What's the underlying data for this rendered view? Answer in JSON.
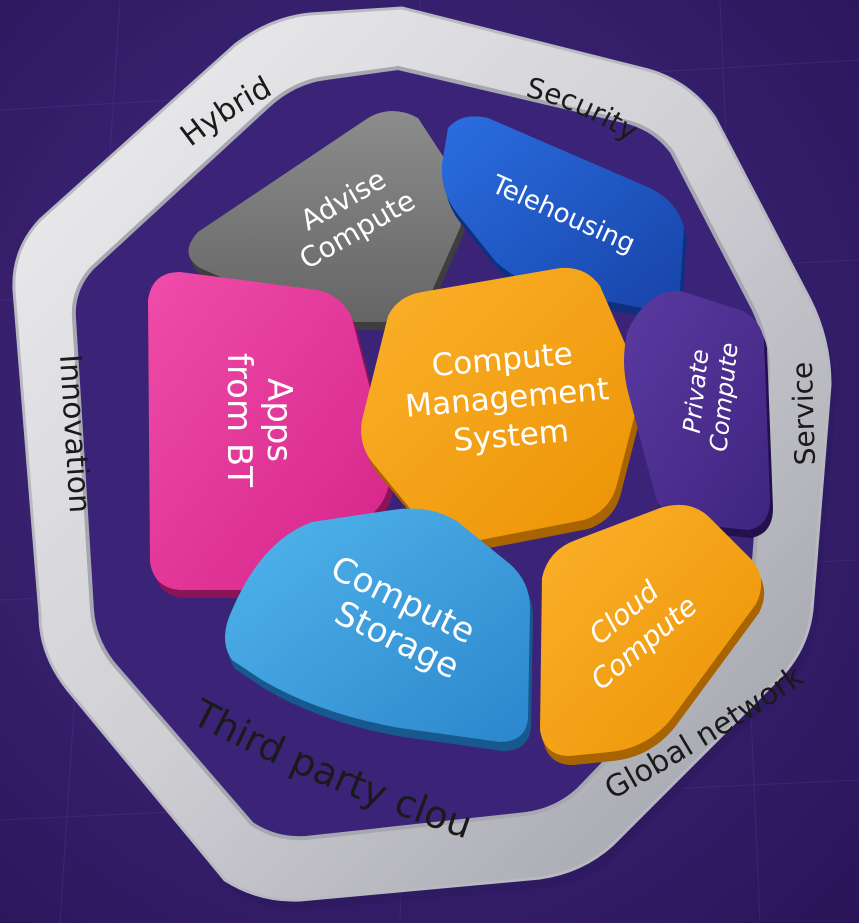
{
  "ring": {
    "labels": {
      "hybrid": "Hybrid",
      "security": "Security",
      "innovation": "Innovation",
      "service": "Service",
      "third_party": "Third party clouds",
      "global_network": "Global network"
    }
  },
  "segments": {
    "advise": {
      "line1": "Advise",
      "line2": "Compute"
    },
    "telehousing": {
      "line1": "Telehousing"
    },
    "apps": {
      "line1": "Apps",
      "line2": "from BT"
    },
    "center": {
      "line1": "Compute",
      "line2": "Management",
      "line3": "System"
    },
    "private": {
      "line1": "Private",
      "line2": "Compute"
    },
    "storage": {
      "line1": "Compute",
      "line2": "Storage"
    },
    "cloud": {
      "line1": "Cloud",
      "line2": "Compute"
    }
  },
  "colors": {
    "background": "#3a2272",
    "ring": "#d4d4d8",
    "advise": "#7a7a7a",
    "telehousing": "#1f56c8",
    "apps": "#e8359c",
    "center": "#f5a010",
    "private": "#4d2f90",
    "storage": "#3b9fdc",
    "cloud": "#f5a010"
  }
}
